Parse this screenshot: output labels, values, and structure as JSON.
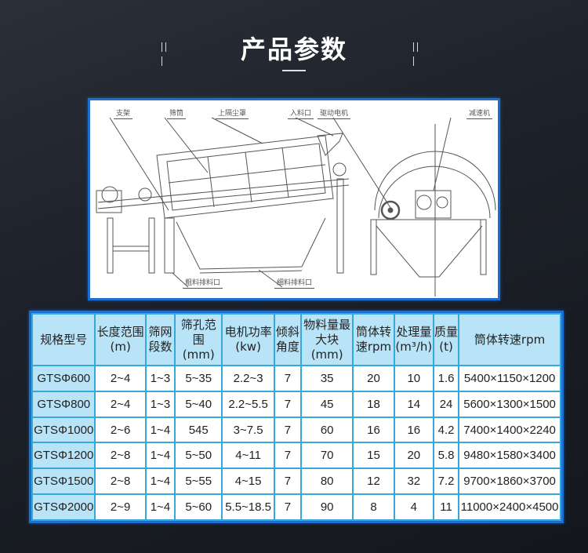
{
  "header": {
    "title": "产品参数"
  },
  "diagram": {
    "labels": {
      "bracket": "支架",
      "drum": "筛筒",
      "dust_cover": "上隔尘罩",
      "feed_inlet": "入料口",
      "drive_motor": "驱动电机",
      "reducer": "减速机",
      "coarse_outlet": "粗料排料口",
      "fine_outlet": "细料排料口"
    }
  },
  "spec_table": {
    "headers": [
      {
        "line1": "规格型号",
        "line2": ""
      },
      {
        "line1": "长度范围",
        "line2": "(m)"
      },
      {
        "line1": "筛网",
        "line2": "段数"
      },
      {
        "line1": "筛孔范围",
        "line2": "(mm)"
      },
      {
        "line1": "电机功率",
        "line2": "(kw)"
      },
      {
        "line1": "倾斜",
        "line2": "角度"
      },
      {
        "line1": "物料量最",
        "line2": "大块(mm)"
      },
      {
        "line1": "筒体转",
        "line2": "速rpm"
      },
      {
        "line1": "处理量",
        "line2": "(m³/h)"
      },
      {
        "line1": "质量",
        "line2": "(t)"
      },
      {
        "line1": "筒体转速rpm",
        "line2": ""
      }
    ],
    "rows": [
      [
        "GTSΦ600",
        "2~4",
        "1~3",
        "5~35",
        "2.2~3",
        "7",
        "35",
        "20",
        "10",
        "1.6",
        "5400×1150×1200"
      ],
      [
        "GTSΦ800",
        "2~4",
        "1~3",
        "5~40",
        "2.2~5.5",
        "7",
        "45",
        "18",
        "14",
        "24",
        "5600×1300×1500"
      ],
      [
        "GTSΦ1000",
        "2~6",
        "1~4",
        "545",
        "3~7.5",
        "7",
        "60",
        "16",
        "16",
        "4.2",
        "7400×1400×2240"
      ],
      [
        "GTSΦ1200",
        "2~8",
        "1~4",
        "5~50",
        "4~11",
        "7",
        "70",
        "15",
        "20",
        "5.8",
        "9480×1580×3400"
      ],
      [
        "GTSΦ1500",
        "2~8",
        "1~4",
        "5~55",
        "4~15",
        "7",
        "80",
        "12",
        "32",
        "7.2",
        "9700×1860×3700"
      ],
      [
        "GTSΦ2000",
        "2~9",
        "1~4",
        "5~60",
        "5.5~18.5",
        "7",
        "90",
        "8",
        "4",
        "11",
        "11000×2400×4500"
      ]
    ]
  },
  "colors": {
    "background": "#1c2028",
    "accent_border": "#1b6fd0",
    "header_fill": "#b9e3f7",
    "grid_line": "#35a8dc"
  }
}
